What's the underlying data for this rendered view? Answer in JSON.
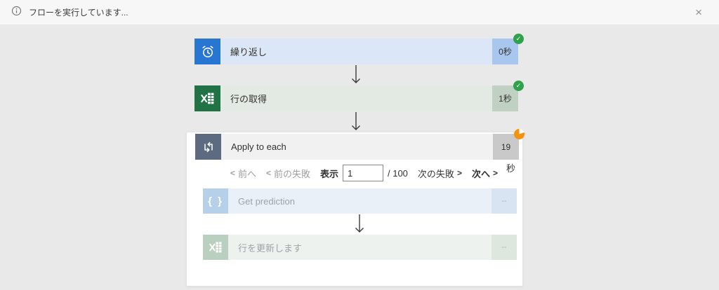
{
  "topbar": {
    "message": "フローを実行しています...",
    "close_glyph": "×"
  },
  "icons": {
    "braces_glyph": "{ }",
    "check_glyph": "✓",
    "chevron_left": "<",
    "chevron_right": ">"
  },
  "flow": {
    "recurrence": {
      "title": "繰り返し",
      "duration": "0秒",
      "status": "succeeded"
    },
    "get_rows": {
      "title": "行の取得",
      "duration": "1秒",
      "status": "succeeded"
    },
    "apply_to_each": {
      "title": "Apply to each",
      "duration_value": "19",
      "duration_unit": "秒",
      "status": "running",
      "pagination": {
        "prev_label": "前へ",
        "prev_failed_label": "前の失敗",
        "show_label": "表示",
        "page_value": "1",
        "page_total": "/ 100",
        "next_failed_label": "次の失敗",
        "next_label": "次へ"
      },
      "children": {
        "get_prediction": {
          "title": "Get prediction",
          "duration": "--"
        },
        "update_row": {
          "title": "行を更新します",
          "duration": "--"
        }
      }
    }
  },
  "colors": {
    "recurrence_icon": "#2776d2",
    "excel_green": "#217346",
    "loop_slate": "#5d6b80",
    "success_badge": "#31a24c",
    "running_badge": "#f5920f"
  }
}
